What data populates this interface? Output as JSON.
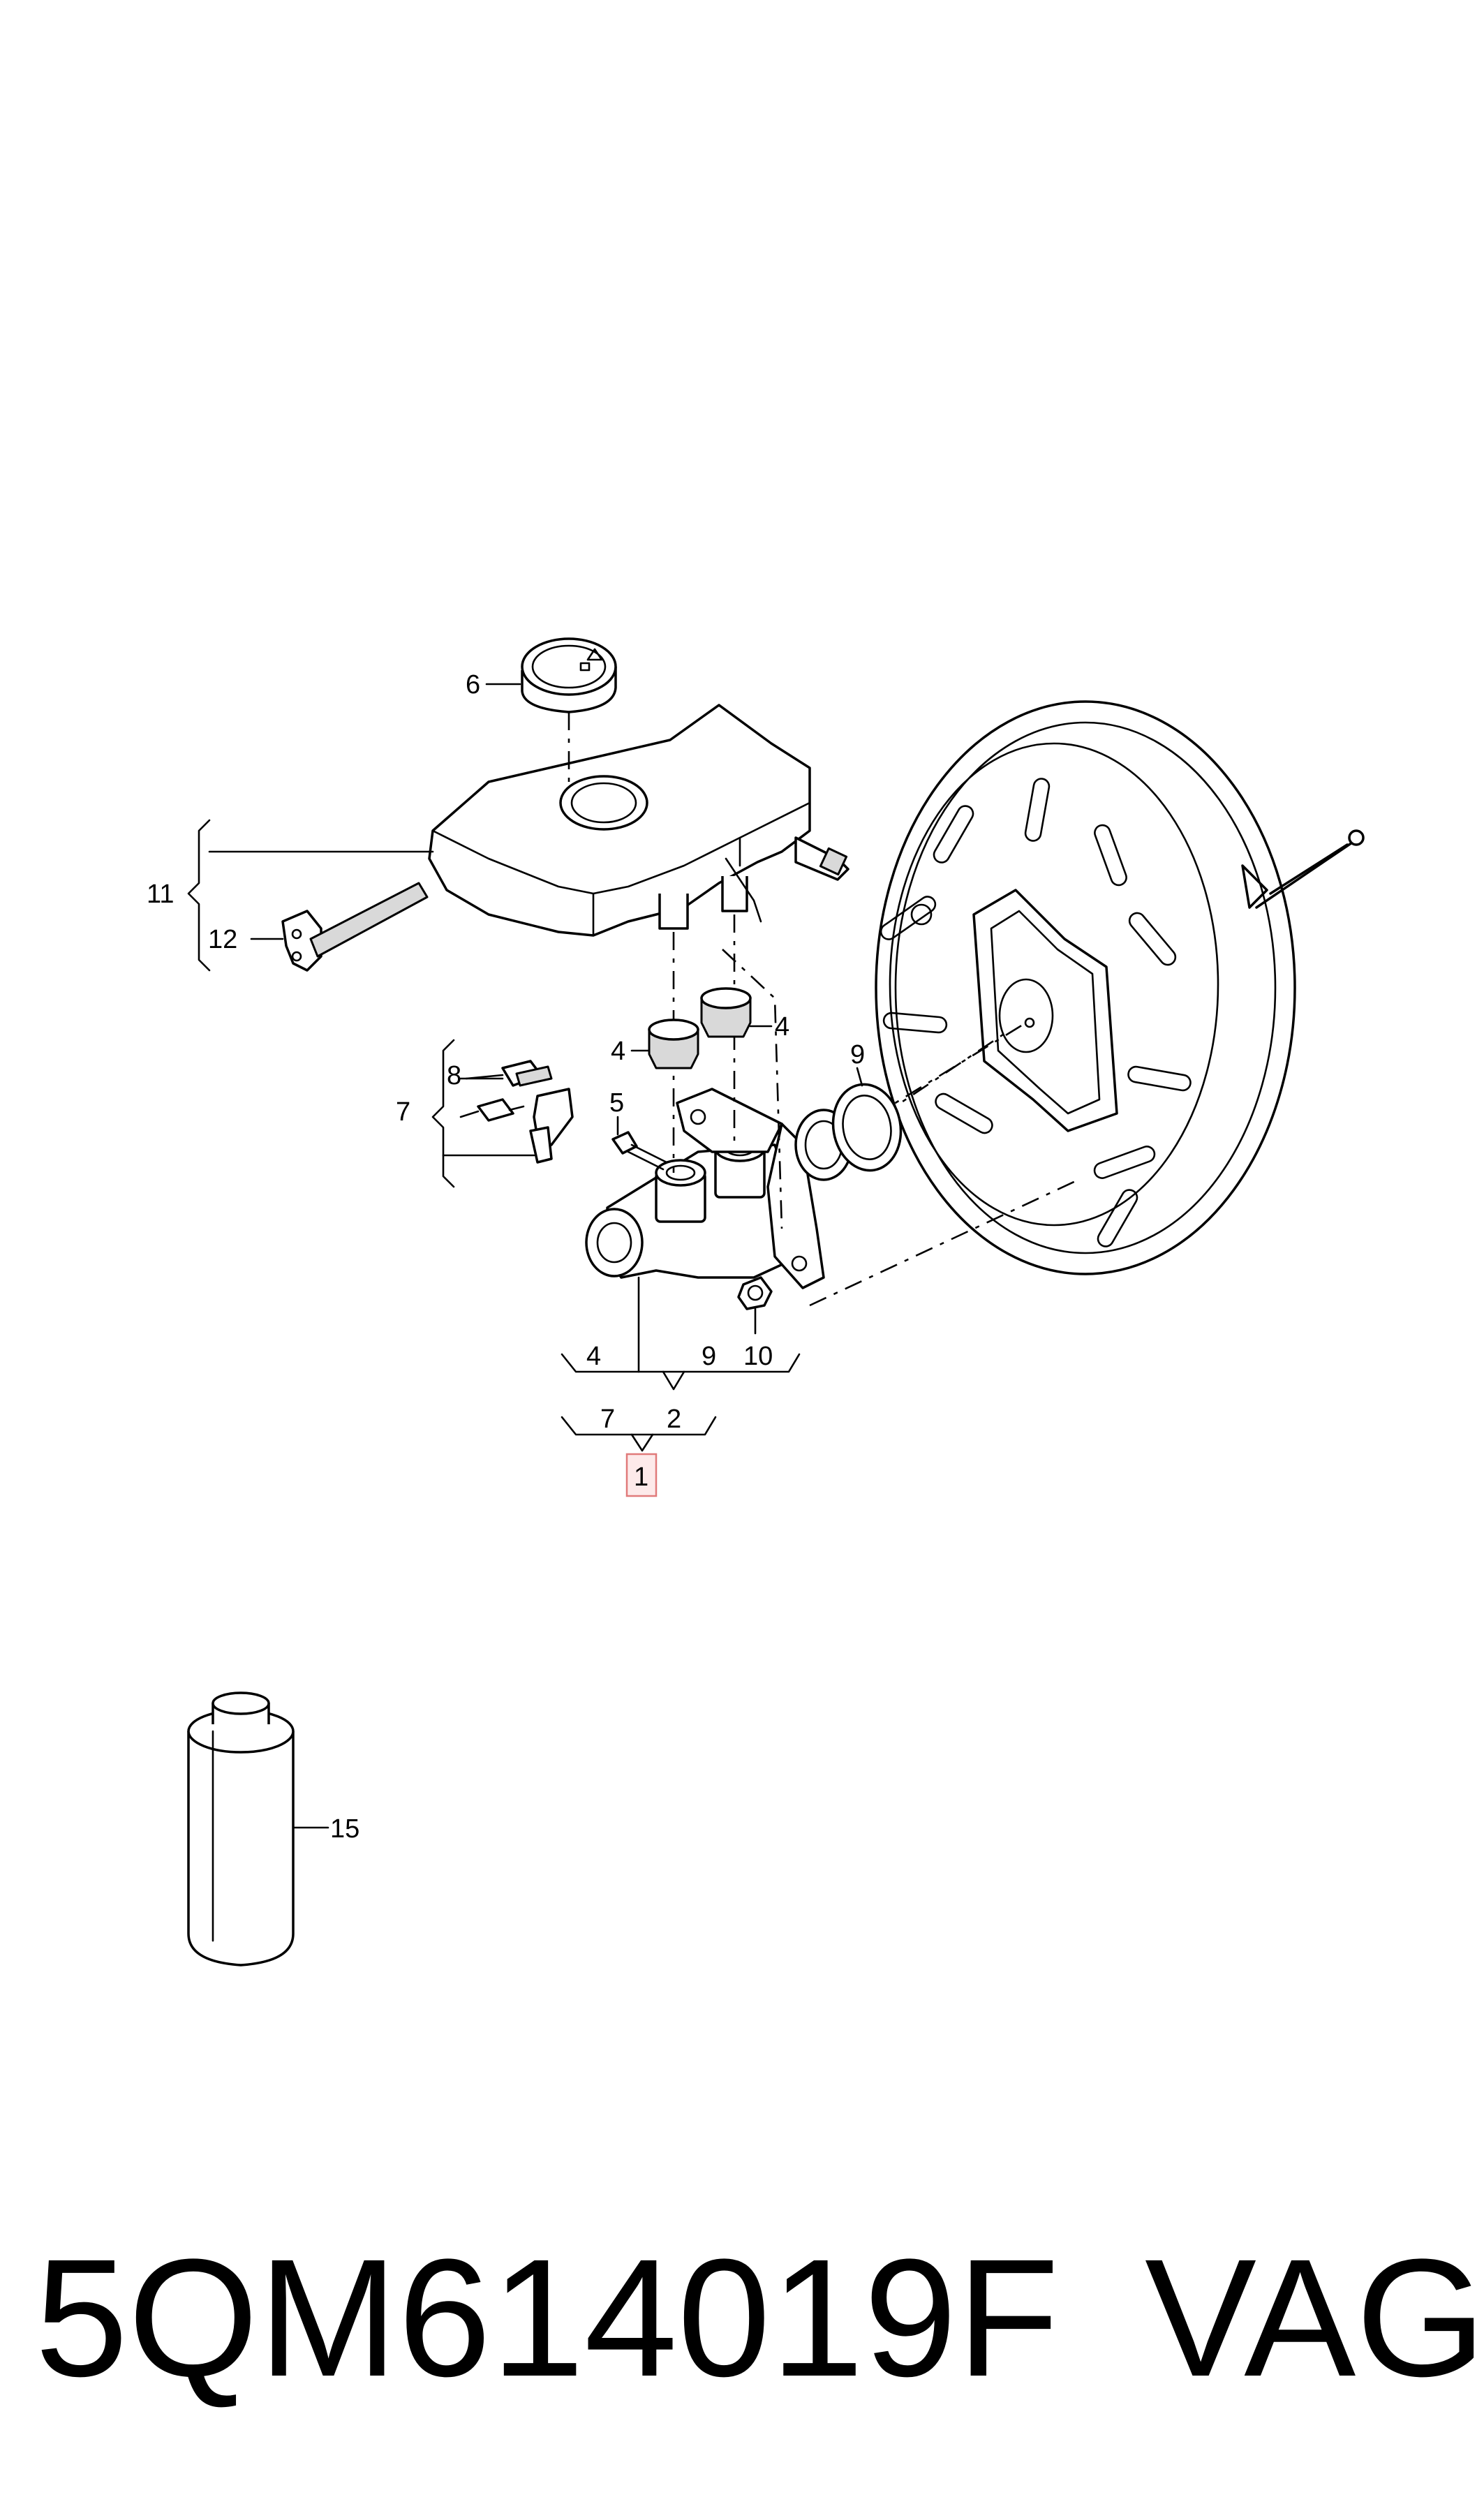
{
  "diagram": {
    "callouts": {
      "c1": "1",
      "c2": "2",
      "c4a": "4",
      "c4b": "4",
      "c4c": "4",
      "c5": "5",
      "c6": "6",
      "c7a": "7",
      "c7b": "7",
      "c8": "8",
      "c9a": "9",
      "c9b": "9",
      "c10": "10",
      "c11": "11",
      "c12": "12",
      "c15": "15"
    },
    "highlighted_callout": "1",
    "highlight_color": "#e07a7a"
  },
  "caption": {
    "part_number": "5QM614019F",
    "brand": "VAG"
  }
}
